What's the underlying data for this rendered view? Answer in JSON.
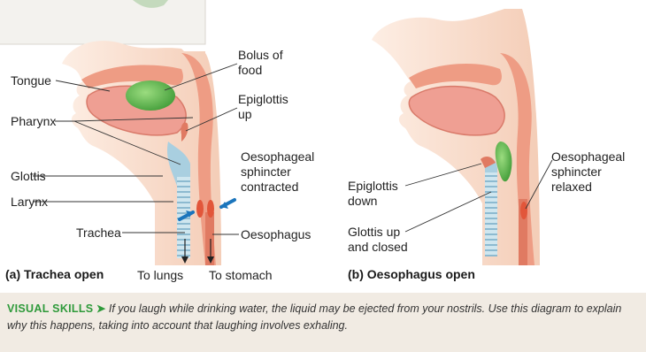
{
  "panel_a": {
    "caption": "(a) Trachea open",
    "labels": {
      "tongue": "Tongue",
      "bolus": [
        "Bolus of",
        "food"
      ],
      "epiglottis": [
        "Epiglottis",
        "up"
      ],
      "pharynx": "Pharynx",
      "sphincter": [
        "Oesophageal",
        "sphincter",
        "contracted"
      ],
      "glottis": "Glottis",
      "larynx": "Larynx",
      "trachea": "Trachea",
      "oesophagus": "Oesophagus",
      "to_lungs": "To lungs",
      "to_stomach": "To stomach"
    }
  },
  "panel_b": {
    "caption": "(b) Oesophagus open",
    "labels": {
      "sphincter": [
        "Oesophageal",
        "sphincter",
        "relaxed"
      ],
      "epiglottis": [
        "Epiglottis",
        "down"
      ],
      "glottis": [
        "Glottis up",
        "and closed"
      ]
    }
  },
  "visual_skills": {
    "label": "VISUAL SKILLS",
    "arrow": "➤",
    "text": "If you laugh while drinking water, the liquid may be ejected from your nostrils. Use this diagram to explain why this happens, taking into account that laughing involves exhaling."
  },
  "colors": {
    "skin": "#f7dccb",
    "tissue": "#ee9c84",
    "tissue_dark": "#e07a62",
    "bolus": "#5fbf4e",
    "trachea": "#a9cfe0",
    "pointer": "#1b75bc",
    "footer_bg": "#f1ebe3",
    "accent": "#2e9a3a"
  }
}
